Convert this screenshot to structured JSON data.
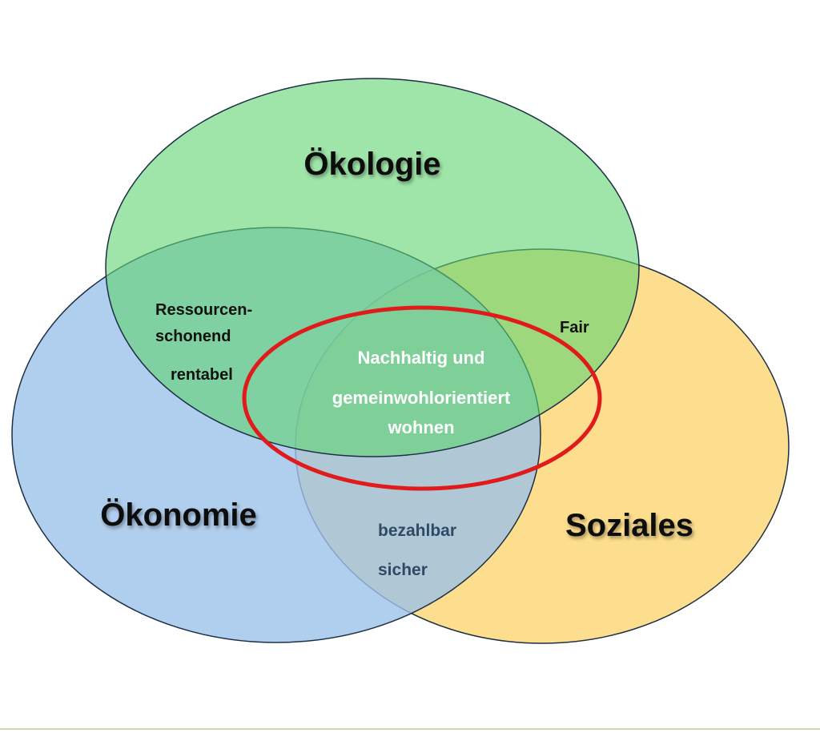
{
  "sets": {
    "oekologie": {
      "title": "Ökologie",
      "color": "#7ee08c"
    },
    "oekonomie": {
      "title": "Ökonomie",
      "color": "#9cc2e8"
    },
    "soziales": {
      "title": "Soziales",
      "color": "#fdd87a"
    }
  },
  "overlaps": {
    "oekologie_oekonomie": [
      "Ressourcen-",
      "schonend",
      "rentabel"
    ],
    "oekologie_soziales": [
      "Fair"
    ],
    "oekonomie_soziales": [
      "bezahlbar",
      "sicher"
    ]
  },
  "center": {
    "lines": [
      "Nachhaltig und",
      "gemeinwohlorientiert",
      "wohnen"
    ],
    "highlight_color": "#e01b1b"
  }
}
